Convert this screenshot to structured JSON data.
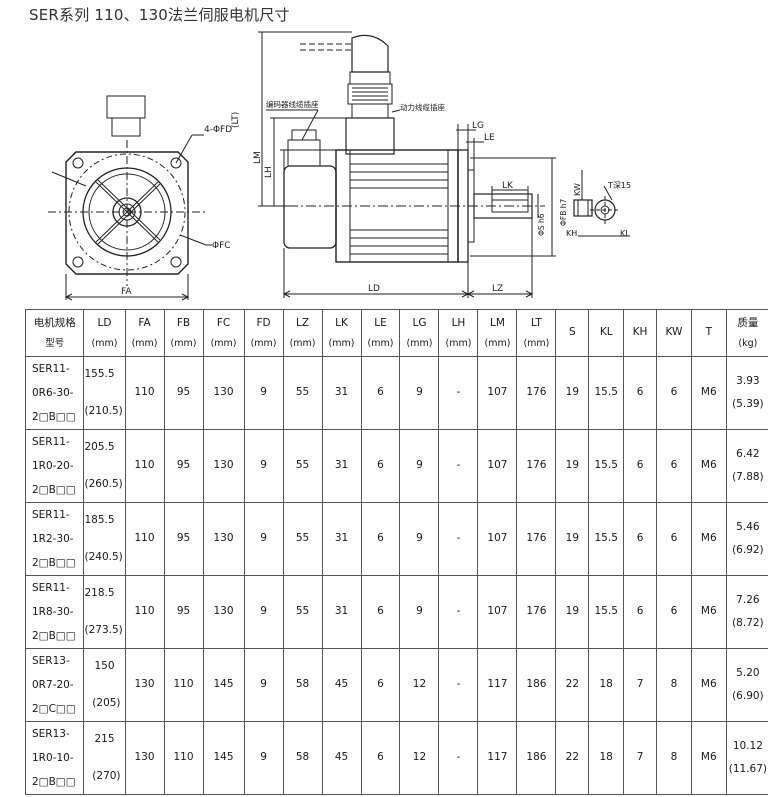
{
  "title": "SER系列 110、130法兰伺服电机尺寸",
  "drawing": {
    "labels": {
      "fd": "4-ΦFD",
      "fc": "ΦFC",
      "fa": "FA",
      "lt": "(LT)",
      "lm": "LM",
      "lh": "LH",
      "encoder_plug": "编码器线缆插座",
      "power_plug": "动力线缆插座",
      "lg": "LG",
      "le": "LE",
      "lk": "LK",
      "fb": "ΦFB h7",
      "s": "ΦS h6",
      "ld": "LD",
      "lz": "LZ",
      "kw": "KW",
      "t": "T深15",
      "kh": "KH",
      "kl": "KL"
    }
  },
  "table": {
    "headers": [
      {
        "l1": "电机规格",
        "l2": "型号"
      },
      {
        "l1": "LD",
        "l2": "(mm)"
      },
      {
        "l1": "FA",
        "l2": "(mm)"
      },
      {
        "l1": "FB",
        "l2": "(mm)"
      },
      {
        "l1": "FC",
        "l2": "(mm)"
      },
      {
        "l1": "FD",
        "l2": "(mm)"
      },
      {
        "l1": "LZ",
        "l2": "(mm)"
      },
      {
        "l1": "LK",
        "l2": "(mm)"
      },
      {
        "l1": "LE",
        "l2": "(mm)"
      },
      {
        "l1": "LG",
        "l2": "(mm)"
      },
      {
        "l1": "LH",
        "l2": "(mm)"
      },
      {
        "l1": "LM",
        "l2": "(mm)"
      },
      {
        "l1": "LT",
        "l2": "(mm)"
      },
      {
        "l1": "S",
        "l2": ""
      },
      {
        "l1": "KL",
        "l2": ""
      },
      {
        "l1": "KH",
        "l2": ""
      },
      {
        "l1": "KW",
        "l2": ""
      },
      {
        "l1": "T",
        "l2": ""
      },
      {
        "l1": "质量",
        "l2": "(kg)"
      }
    ],
    "rows": [
      {
        "model": [
          "SER11-",
          "0R6-30-",
          "2□B□□"
        ],
        "ld": "155.5",
        "ld2": "(210.5)",
        "fa": "110",
        "fb": "95",
        "fc": "130",
        "fd": "9",
        "lz": "55",
        "lk": "31",
        "le": "6",
        "lg": "9",
        "lh": "-",
        "lm": "107",
        "lt": "176",
        "s": "19",
        "kl": "15.5",
        "kh": "6",
        "kw": "6",
        "t": "M6",
        "mass": "3.93",
        "mass2": "(5.39)"
      },
      {
        "model": [
          "SER11-",
          "1R0-20-",
          "2□B□□"
        ],
        "ld": "205.5",
        "ld2": "(260.5)",
        "fa": "110",
        "fb": "95",
        "fc": "130",
        "fd": "9",
        "lz": "55",
        "lk": "31",
        "le": "6",
        "lg": "9",
        "lh": "-",
        "lm": "107",
        "lt": "176",
        "s": "19",
        "kl": "15.5",
        "kh": "6",
        "kw": "6",
        "t": "M6",
        "mass": "6.42",
        "mass2": "(7.88)"
      },
      {
        "model": [
          "SER11-",
          "1R2-30-",
          "2□B□□"
        ],
        "ld": "185.5",
        "ld2": "(240.5)",
        "fa": "110",
        "fb": "95",
        "fc": "130",
        "fd": "9",
        "lz": "55",
        "lk": "31",
        "le": "6",
        "lg": "9",
        "lh": "-",
        "lm": "107",
        "lt": "176",
        "s": "19",
        "kl": "15.5",
        "kh": "6",
        "kw": "6",
        "t": "M6",
        "mass": "5.46",
        "mass2": "(6.92)"
      },
      {
        "model": [
          "SER11-",
          "1R8-30-",
          "2□B□□"
        ],
        "ld": "218.5",
        "ld2": "(273.5)",
        "fa": "110",
        "fb": "95",
        "fc": "130",
        "fd": "9",
        "lz": "55",
        "lk": "31",
        "le": "6",
        "lg": "9",
        "lh": "-",
        "lm": "107",
        "lt": "176",
        "s": "19",
        "kl": "15.5",
        "kh": "6",
        "kw": "6",
        "t": "M6",
        "mass": "7.26",
        "mass2": "(8.72)"
      },
      {
        "model": [
          "SER13-",
          "0R7-20-",
          "2□C□□"
        ],
        "ld": "150",
        "ld2": "(205)",
        "fa": "130",
        "fb": "110",
        "fc": "145",
        "fd": "9",
        "lz": "58",
        "lk": "45",
        "le": "6",
        "lg": "12",
        "lh": "-",
        "lm": "117",
        "lt": "186",
        "s": "22",
        "kl": "18",
        "kh": "7",
        "kw": "8",
        "t": "M6",
        "mass": "5.20",
        "mass2": "(6.90)"
      },
      {
        "model": [
          "SER13-",
          "1R0-10-",
          "2□B□□"
        ],
        "ld": "215",
        "ld2": "(270)",
        "fa": "130",
        "fb": "110",
        "fc": "145",
        "fd": "9",
        "lz": "58",
        "lk": "45",
        "le": "6",
        "lg": "12",
        "lh": "-",
        "lm": "117",
        "lt": "186",
        "s": "22",
        "kl": "18",
        "kh": "7",
        "kw": "8",
        "t": "M6",
        "mass": "10.12",
        "mass2": "(11.67)"
      }
    ]
  }
}
